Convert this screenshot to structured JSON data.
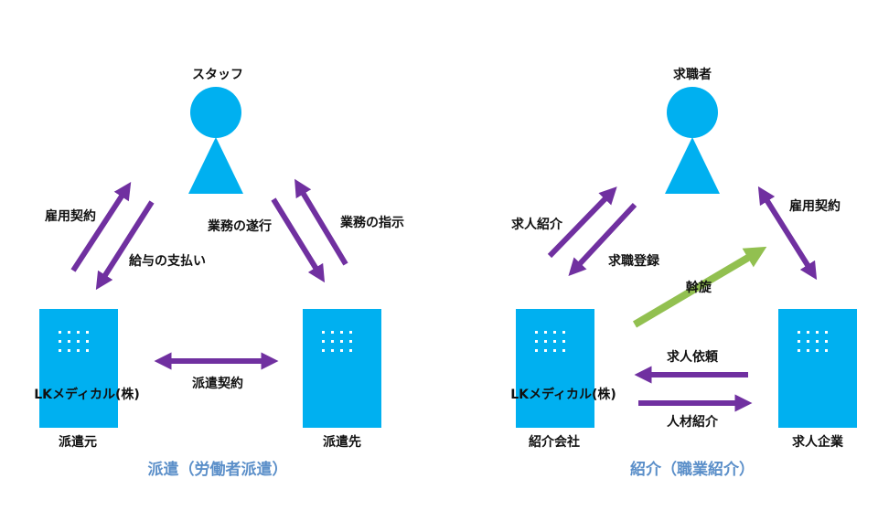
{
  "colors": {
    "node": "#00b0f0",
    "arrow": "#7030a0",
    "mediation": "#92c050",
    "caption": "#5b8fc9",
    "text": "#111111",
    "dots": "#ffffff"
  },
  "left": {
    "person": "スタッフ",
    "employment_contract": "雇用契約",
    "salary_payment": "給与の支払い",
    "work_execution": "業務の遂行",
    "work_instruction": "業務の指示",
    "company": "LKメディカル(株)",
    "dispatch_contract": "派遣契約",
    "origin_label": "派遣元",
    "destination_label": "派遣先",
    "caption": "派遣（労働者派遣）"
  },
  "right": {
    "person": "求職者",
    "job_introduction": "求人紹介",
    "job_registration": "求職登録",
    "employment_contract": "雇用契約",
    "mediation": "斡旋",
    "company": "LKメディカル(株)",
    "job_request": "求人依頼",
    "talent_introduction": "人材紹介",
    "agency_label": "紹介会社",
    "employer_label": "求人企業",
    "caption": "紹介（職業紹介）"
  }
}
